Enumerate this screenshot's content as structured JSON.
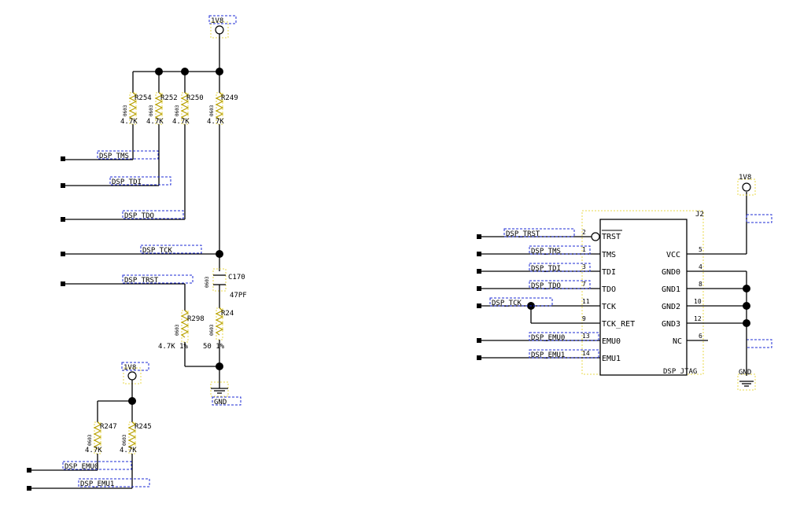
{
  "power_label": "1V8",
  "gnd_label": "GND",
  "nets": {
    "tms": "DSP_TMS",
    "tdi": "DSP_TDI",
    "tdo": "DSP_TDO",
    "tck": "DSP_TCK",
    "trst": "DSP_TRST",
    "emu0": "DSP_EMU0",
    "emu1": "DSP_EMU1"
  },
  "pkg": "0603",
  "resistors": {
    "r254": {
      "ref": "R254",
      "value": "4.7K"
    },
    "r252": {
      "ref": "R252",
      "value": "4.7K"
    },
    "r250": {
      "ref": "R250",
      "value": "4.7K"
    },
    "r249": {
      "ref": "R249",
      "value": "4.7K"
    },
    "r298": {
      "ref": "R298",
      "value": "4.7K 1%"
    },
    "r24": {
      "ref": "R24",
      "value": "50 1%"
    },
    "r247": {
      "ref": "R247",
      "value": "4.7K"
    },
    "r245": {
      "ref": "R245",
      "value": "4.7K"
    }
  },
  "capacitor": {
    "ref": "C170",
    "value": "47PF"
  },
  "connector": {
    "ref": "J2",
    "name": "DSP_JTAG",
    "left_pins": [
      {
        "num": "2",
        "name": "TRST"
      },
      {
        "num": "1",
        "name": "TMS"
      },
      {
        "num": "3",
        "name": "TDI"
      },
      {
        "num": "7",
        "name": "TDO"
      },
      {
        "num": "11",
        "name": "TCK"
      },
      {
        "num": "9",
        "name": "TCK_RET"
      },
      {
        "num": "13",
        "name": "EMU0"
      },
      {
        "num": "14",
        "name": "EMU1"
      }
    ],
    "right_pins": [
      {
        "num": "5",
        "name": "VCC"
      },
      {
        "num": "4",
        "name": "GND0"
      },
      {
        "num": "8",
        "name": "GND1"
      },
      {
        "num": "10",
        "name": "GND2"
      },
      {
        "num": "12",
        "name": "GND3"
      },
      {
        "num": "6",
        "name": "NC"
      }
    ]
  }
}
